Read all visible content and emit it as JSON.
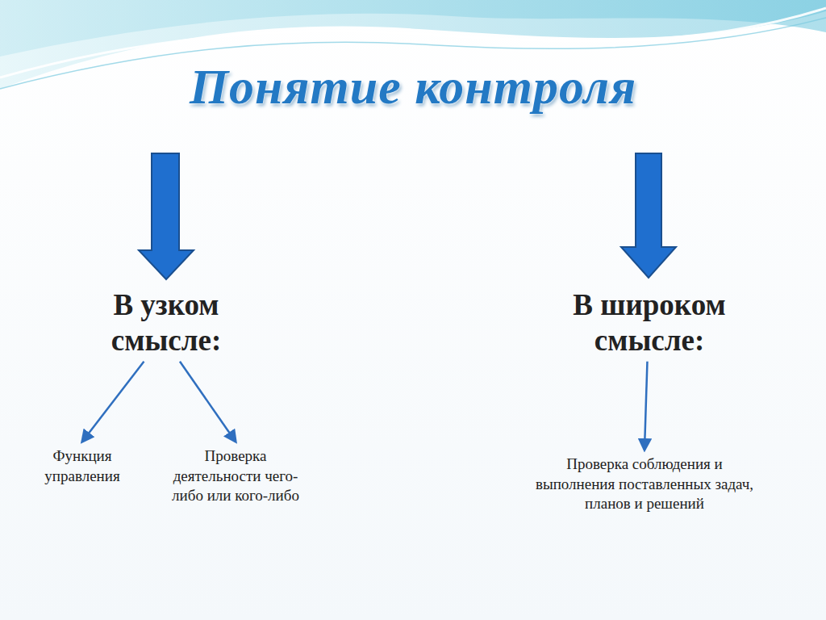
{
  "diagram": {
    "title": "Понятие контроля",
    "nodes": [
      {
        "text": [
          "В узком смысле:"
        ]
      },
      {
        "text": [
          "В широком смысле:"
        ]
      },
      {
        "text": [
          "Функция управления"
        ]
      },
      {
        "text": [
          "Проверка деятельности чего-либо или кого-либо"
        ]
      },
      {
        "text": [
          "Проверка соблюдения и выполнения поставленных задач, планов и решений"
        ]
      }
    ],
    "edges": [
      {
        "from": 0,
        "to": 2,
        "arrow": "to"
      },
      {
        "from": 0,
        "to": 3,
        "arrow": "to"
      },
      {
        "from": 1,
        "to": 4,
        "arrow": "to"
      }
    ]
  }
}
